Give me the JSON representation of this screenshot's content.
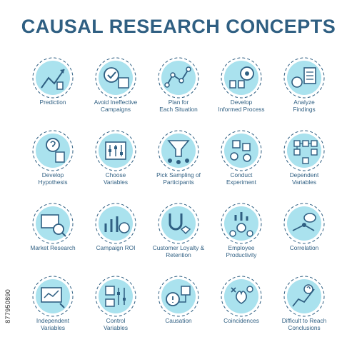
{
  "title": "CAUSAL RESEARCH CONCEPTS",
  "stock_id": "877950890",
  "colors": {
    "accent": "#8ed8e8",
    "line": "#2f5f82"
  },
  "concepts": [
    {
      "label": "Prediction",
      "icon": "prediction-icon"
    },
    {
      "label": "Avoid Ineffective\nCampaigns",
      "icon": "avoid-campaigns-icon"
    },
    {
      "label": "Plan for\nEach Situation",
      "icon": "plan-situation-icon"
    },
    {
      "label": "Develop\nInformed Process",
      "icon": "informed-process-icon"
    },
    {
      "label": "Analyze\nFindings",
      "icon": "analyze-findings-icon"
    },
    {
      "label": "Develop\nHypothesis",
      "icon": "hypothesis-icon"
    },
    {
      "label": "Choose\nVariables",
      "icon": "choose-variables-icon"
    },
    {
      "label": "Pick Sampling of\nParticipants",
      "icon": "sampling-icon"
    },
    {
      "label": "Conduct\nExperiment",
      "icon": "experiment-icon"
    },
    {
      "label": "Dependent\nVariables",
      "icon": "dependent-variables-icon"
    },
    {
      "label": "Market Research",
      "icon": "market-research-icon"
    },
    {
      "label": "Campaign ROI",
      "icon": "campaign-roi-icon"
    },
    {
      "label": "Customer Loyalty &\nRetention",
      "icon": "loyalty-retention-icon"
    },
    {
      "label": "Employee\nProductivity",
      "icon": "employee-productivity-icon"
    },
    {
      "label": "Correlation",
      "icon": "correlation-icon"
    },
    {
      "label": "Independent\nVariables",
      "icon": "independent-variables-icon"
    },
    {
      "label": "Control\nVariables",
      "icon": "control-variables-icon"
    },
    {
      "label": "Causation",
      "icon": "causation-icon"
    },
    {
      "label": "Coincidences",
      "icon": "coincidences-icon"
    },
    {
      "label": "Difficult to Reach\nConclusions",
      "icon": "conclusions-icon"
    }
  ]
}
